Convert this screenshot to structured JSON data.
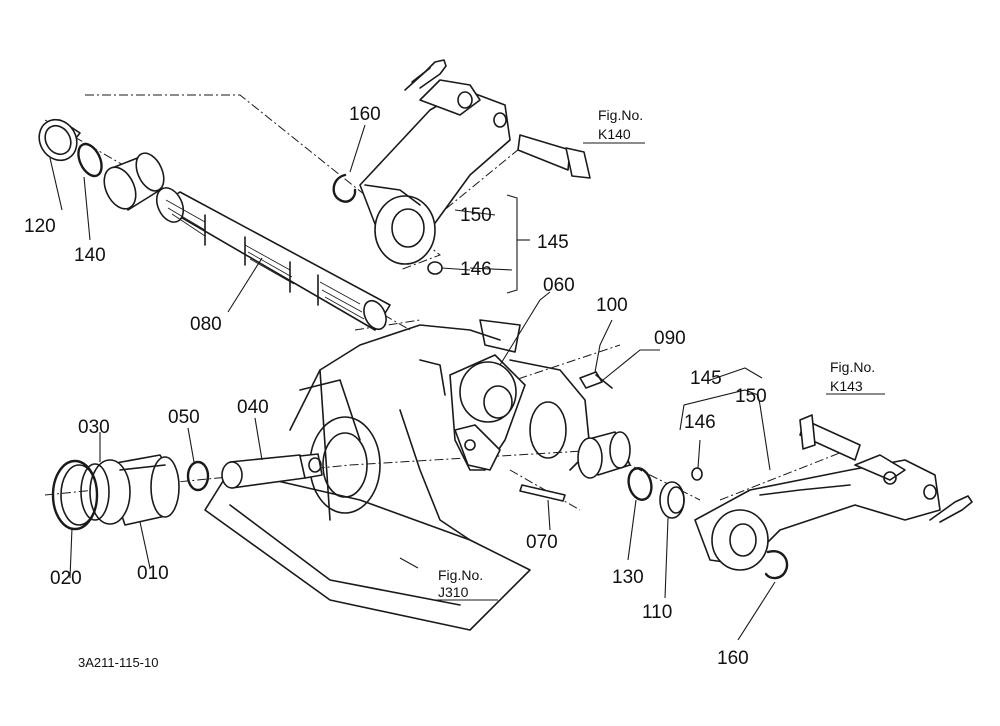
{
  "part_labels": {
    "p160_top": "160",
    "p120": "120",
    "p140": "140",
    "p150_top": "150",
    "p145_top": "145",
    "p146_top": "146",
    "p080": "080",
    "p060": "060",
    "p100": "100",
    "p090": "090",
    "p040": "040",
    "p050": "050",
    "p030": "030",
    "p020": "020",
    "p010": "010",
    "p070": "070",
    "p130": "130",
    "p110": "110",
    "p160_bottom": "160",
    "p145_right": "145",
    "p150_right": "150",
    "p146_right": "146"
  },
  "figure_refs": {
    "k140": {
      "title": "Fig.No.",
      "code": "K140"
    },
    "k143": {
      "title": "Fig.No.",
      "code": "K143"
    },
    "j310": {
      "title": "Fig.No.",
      "code": "J310"
    }
  },
  "diagram_code": "3A211-115-10"
}
